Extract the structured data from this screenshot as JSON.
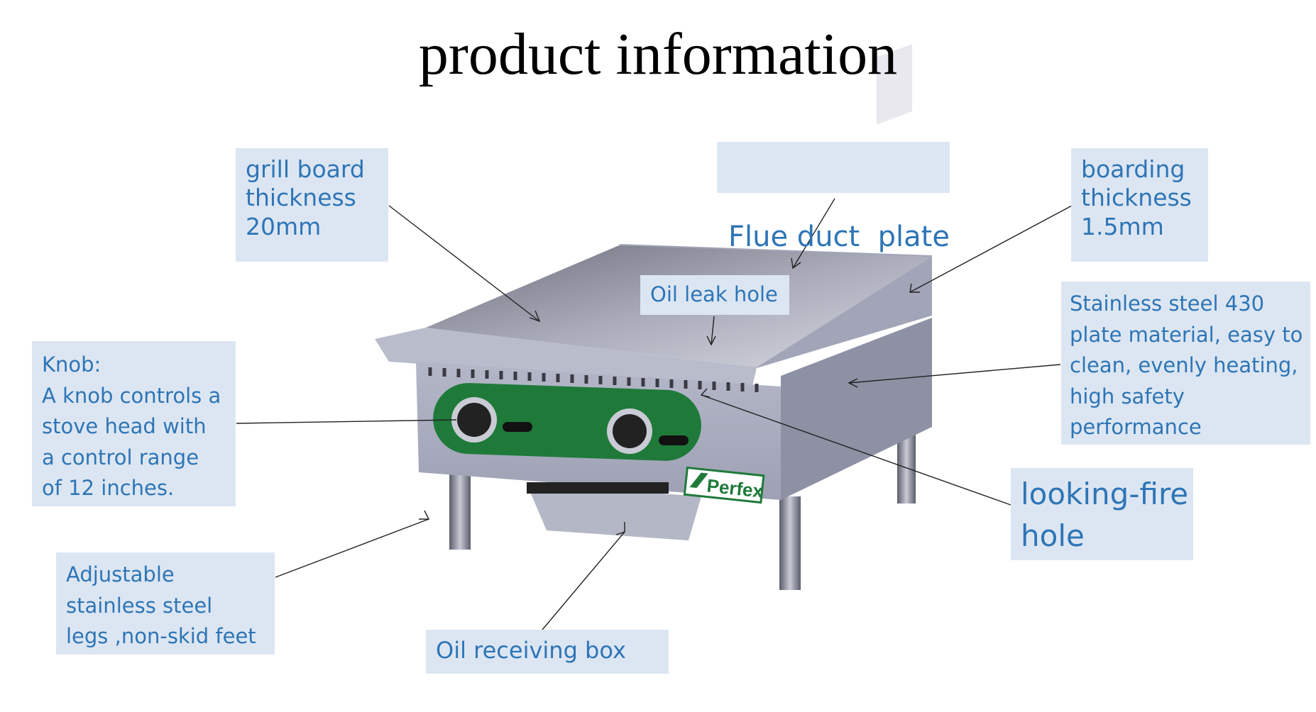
{
  "title": "product information",
  "labels": {
    "grill_board": [
      "grill board",
      "thickness",
      "20mm"
    ],
    "flue_duct": [
      "Flue duct  plate"
    ],
    "boarding": [
      "boarding",
      "thickness",
      "1.5mm"
    ],
    "oil_leak": [
      "Oil leak hole"
    ],
    "stainless": [
      "Stainless steel 430",
      "plate material, easy to",
      "clean, evenly heating,",
      "high safety",
      "performance"
    ],
    "knob": [
      "Knob:",
      "A knob controls a",
      "stove head with",
      "a control range",
      "of 12 inches."
    ],
    "looking_fire": [
      "looking-fire",
      "hole"
    ],
    "legs": [
      "Adjustable",
      "stainless steel",
      "legs ,non-skid feet"
    ],
    "oil_box": [
      "Oil receiving box"
    ]
  },
  "brand": "Perfex",
  "colors": {
    "label_bg": "#dce6f2",
    "label_text": "#2e75b6",
    "control_panel": "#1f7a3a",
    "steel": "#9aa0b4"
  }
}
